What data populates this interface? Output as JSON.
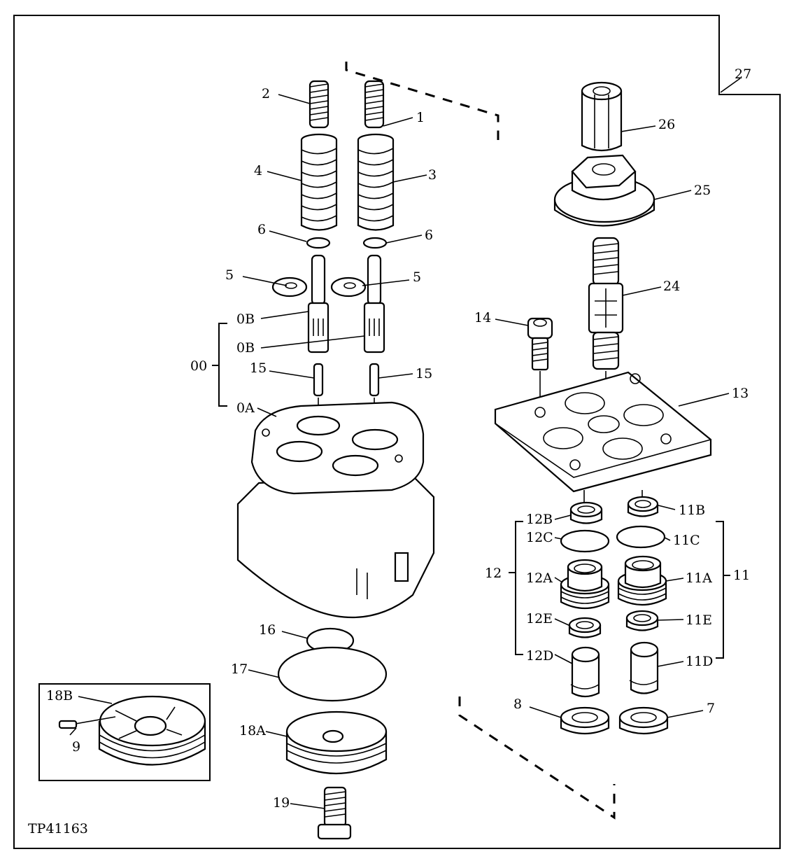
{
  "figure_id": "TP41163",
  "callouts": {
    "c1": "1",
    "c2": "2",
    "c3": "3",
    "c4": "4",
    "c5a": "5",
    "c5b": "5",
    "c6a": "6",
    "c6b": "6",
    "c0B_a": "0B",
    "c0B_b": "0B",
    "c00": "00",
    "c0A": "0A",
    "c15a": "15",
    "c15b": "15",
    "c16": "16",
    "c17": "17",
    "c18A": "18A",
    "c18B": "18B",
    "c9": "9",
    "c19": "19",
    "c27": "27",
    "c26": "26",
    "c25": "25",
    "c24": "24",
    "c14": "14",
    "c13": "13",
    "c12B": "12B",
    "c12C": "12C",
    "c12": "12",
    "c12A": "12A",
    "c12E": "12E",
    "c12D": "12D",
    "c11B": "11B",
    "c11C": "11C",
    "c11A": "11A",
    "c11": "11",
    "c11E": "11E",
    "c11D": "11D",
    "c8": "8",
    "c7": "7"
  }
}
